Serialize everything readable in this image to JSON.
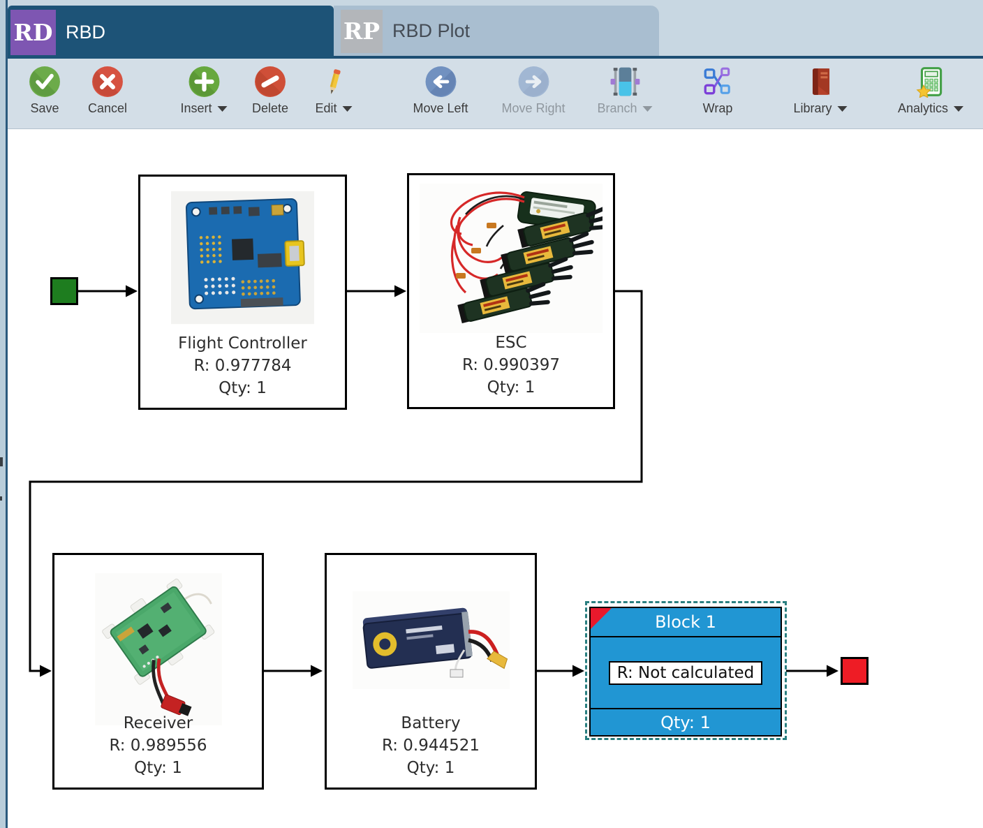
{
  "tabs": {
    "rbd": {
      "badge": "RD",
      "label": "RBD"
    },
    "rbd_plot": {
      "badge": "RP",
      "label": "RBD Plot"
    }
  },
  "toolbar": {
    "buttons": [
      {
        "label": "Save",
        "icon": "save-check-icon",
        "enabled": true,
        "has_dropdown": false
      },
      {
        "label": "Cancel",
        "icon": "cancel-x-icon",
        "enabled": true,
        "has_dropdown": false
      },
      {
        "label": "Insert",
        "icon": "insert-plus-icon",
        "enabled": true,
        "has_dropdown": true
      },
      {
        "label": "Delete",
        "icon": "delete-minus-icon",
        "enabled": true,
        "has_dropdown": false
      },
      {
        "label": "Edit",
        "icon": "edit-pencil-icon",
        "enabled": true,
        "has_dropdown": true
      },
      {
        "label": "Move Left",
        "icon": "move-left-icon",
        "enabled": true,
        "has_dropdown": false
      },
      {
        "label": "Move Right",
        "icon": "move-right-icon",
        "enabled": false,
        "has_dropdown": false
      },
      {
        "label": "Branch",
        "icon": "branch-icon",
        "enabled": false,
        "has_dropdown": true
      },
      {
        "label": "Wrap",
        "icon": "wrap-icon",
        "enabled": true,
        "has_dropdown": false
      },
      {
        "label": "Library",
        "icon": "library-book-icon",
        "enabled": true,
        "has_dropdown": true
      },
      {
        "label": "Analytics",
        "icon": "analytics-calculator-icon",
        "enabled": true,
        "has_dropdown": true
      }
    ]
  },
  "diagram": {
    "blocks": [
      {
        "name": "Flight Controller",
        "r": "R: 0.977784",
        "qty": "Qty: 1",
        "image": "flight-controller-photo"
      },
      {
        "name": "ESC",
        "r": "R: 0.990397",
        "qty": "Qty: 1",
        "image": "esc-photo"
      },
      {
        "name": "Receiver",
        "r": "R: 0.989556",
        "qty": "Qty: 1",
        "image": "receiver-photo"
      },
      {
        "name": "Battery",
        "r": "R: 0.944521",
        "qty": "Qty: 1",
        "image": "battery-photo"
      }
    ],
    "block1": {
      "title": "Block 1",
      "r": "R: Not calculated",
      "qty": "Qty: 1"
    },
    "start_node": {
      "icon": "start-square-icon",
      "color": "#1e7d1f"
    },
    "end_node": {
      "icon": "end-square-icon",
      "color": "#ee1c25"
    }
  },
  "colors": {
    "active_tab_blue": "#1d5377",
    "tab_badge_purple": "#7e56b2",
    "selected_block_blue": "#2196d3",
    "selection_border_teal": "#2a7f80",
    "start_green": "#1e7d1f",
    "end_red": "#ee1c25"
  }
}
